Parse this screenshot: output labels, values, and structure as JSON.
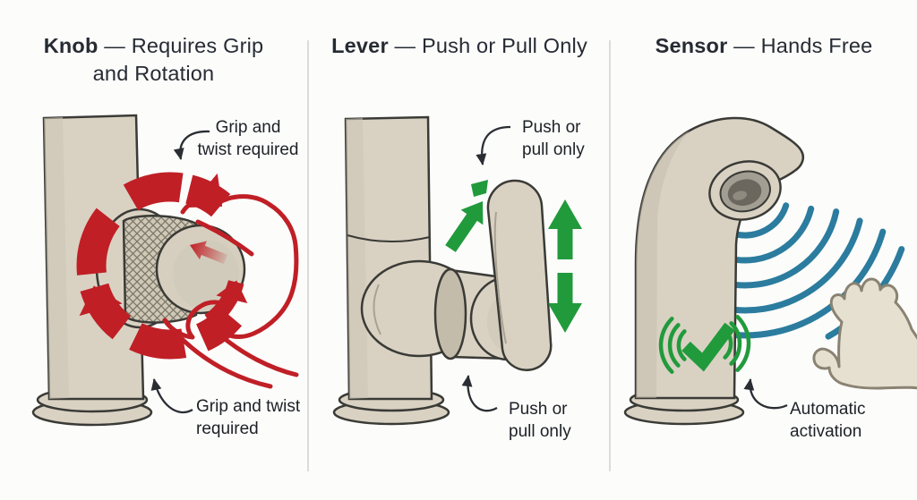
{
  "figure": {
    "description": "Comparison of faucet control types"
  },
  "colors": {
    "bg": "#fcfcfb",
    "ink": "#262b33",
    "annotation": "#1d2126",
    "divider": "#dcdcda",
    "outline": "#3a3a36",
    "red": "#c01f26",
    "green": "#219a3c",
    "blue": "#2b7c9e",
    "beige": "#d9d2c3",
    "beige_dark": "#c3bcab",
    "beige_shade": "#cdc6b5",
    "knurl": "#cfc8b7",
    "knurl_line": "#7a7466",
    "hand_fill": "#e6e0d1",
    "hand_line": "#8a8272",
    "lens_ring": "#a39e93",
    "lens_dark": "#6b675f",
    "lens_hilite": "#8f8a80",
    "arrow_dark": "#2a2e33"
  },
  "panels": [
    {
      "id": "knob",
      "title_keyword": "Knob",
      "title_separator": " — ",
      "title_rest": "Requires Grip and Rotation",
      "annotations": {
        "top": "Grip and twist required",
        "bottom": "Grip and twist required"
      }
    },
    {
      "id": "lever",
      "title_keyword": "Lever",
      "title_separator": " — ",
      "title_rest": "Push or Pull Only",
      "annotations": {
        "top": "Push or pull only",
        "bottom": "Push or pull only"
      }
    },
    {
      "id": "sensor",
      "title_keyword": "Sensor",
      "title_separator": " — ",
      "title_rest": "Hands Free",
      "annotations": {
        "bottom": "Automatic activation"
      }
    }
  ]
}
